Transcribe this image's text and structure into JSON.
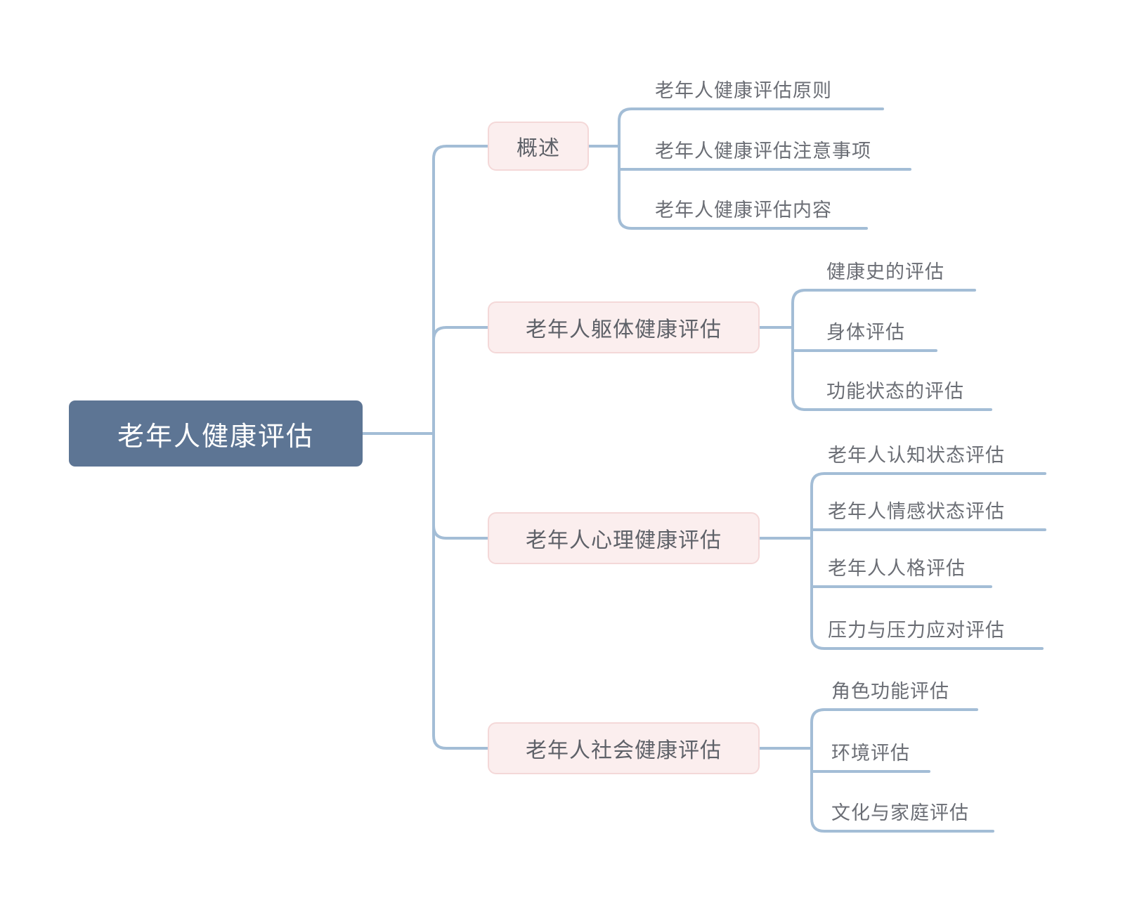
{
  "diagram": {
    "type": "mind-map",
    "title": "老年人健康评估",
    "direction": "left-to-right",
    "colors": {
      "root_fill": "#5d7594",
      "root_text": "#ffffff",
      "branch_fill": "#fbeeee",
      "branch_border": "#f4d8d8",
      "branch_text": "#5e6168",
      "leaf_text": "#6b6e75",
      "connector": "#a3bdd6",
      "background": "#ffffff"
    },
    "root": {
      "label": "老年人健康评估"
    },
    "branches": [
      {
        "label": "概述",
        "children": [
          {
            "label": "老年人健康评估原则"
          },
          {
            "label": "老年人健康评估注意事项"
          },
          {
            "label": "老年人健康评估内容"
          }
        ]
      },
      {
        "label": "老年人躯体健康评估",
        "children": [
          {
            "label": "健康史的评估"
          },
          {
            "label": "身体评估"
          },
          {
            "label": "功能状态的评估"
          }
        ]
      },
      {
        "label": "老年人心理健康评估",
        "children": [
          {
            "label": "老年人认知状态评估"
          },
          {
            "label": "老年人情感状态评估"
          },
          {
            "label": "老年人人格评估"
          },
          {
            "label": "压力与压力应对评估"
          }
        ]
      },
      {
        "label": "老年人社会健康评估",
        "children": [
          {
            "label": "角色功能评估"
          },
          {
            "label": "环境评估"
          },
          {
            "label": "文化与家庭评估"
          }
        ]
      }
    ]
  }
}
